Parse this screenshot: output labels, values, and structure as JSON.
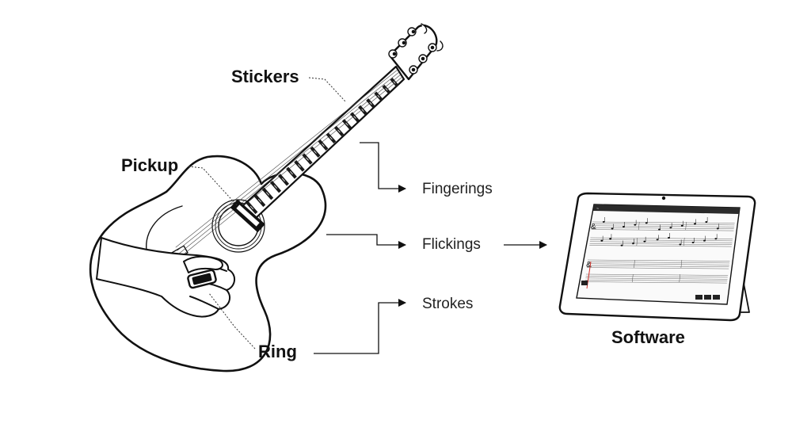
{
  "labels": {
    "stickers": "Stickers",
    "pickup": "Pickup",
    "ring": "Ring",
    "software": "Software"
  },
  "signals": {
    "fingerings": "Fingerings",
    "flickings": "Flickings",
    "strokes": "Strokes"
  },
  "colors": {
    "ink": "#111111",
    "sticker": "#1a1a1a",
    "playhead": "#d0302a"
  },
  "icons": {
    "guitar": "acoustic-guitar-icon",
    "hand": "hand-icon",
    "tablet": "tablet-icon"
  }
}
